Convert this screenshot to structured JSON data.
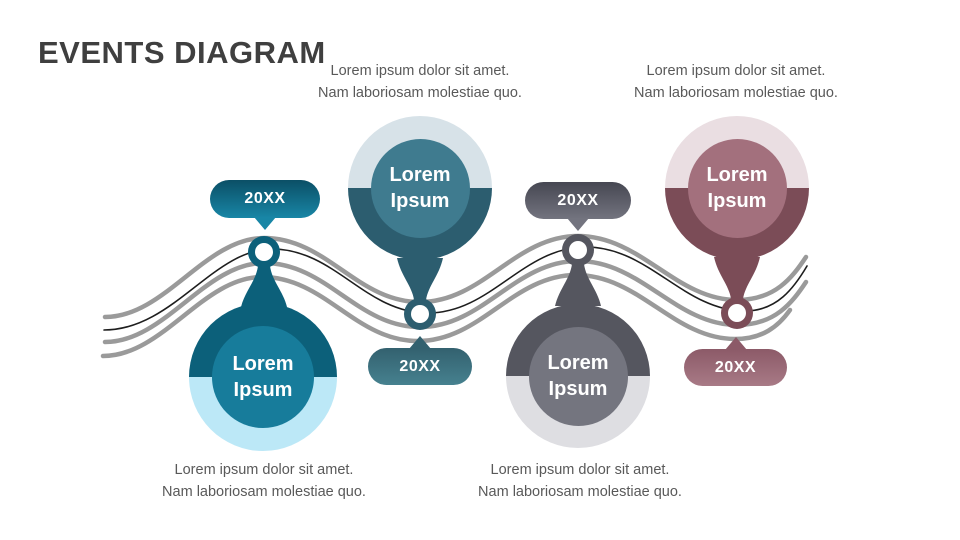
{
  "slide": {
    "title": "EVENTS DIAGRAM"
  },
  "colors": {
    "title_text": "#3F3F3F",
    "body_text": "#595959",
    "wave_gray": "#9A9A9A",
    "wave_black": "#1E1E1E",
    "teal_dark": "#0C607A",
    "teal_mid": "#177C9B",
    "teal_light": "#BCE8F7",
    "slate_dark": "#2C5D6F",
    "slate_mid": "#3F7B8F",
    "slate_light": "#D7E2E8",
    "gray_dark": "#55565F",
    "gray_mid": "#74757F",
    "gray_light": "#DEDEE2",
    "mauve_dark": "#7B4C57",
    "mauve_mid": "#A3707D",
    "mauve_light": "#EADEE2",
    "badge1_top": "#0B4F66",
    "badge1_bottom": "#1886A6",
    "badge2_top": "#33616F",
    "badge2_bottom": "#46818F",
    "badge3_top": "#464752",
    "badge3_bottom": "#73747F",
    "badge4_top": "#8C5A68",
    "badge4_bottom": "#A87A86"
  },
  "events": [
    {
      "year": "20XX",
      "label": "Lorem Ipsum",
      "desc_line1": "Lorem ipsum dolor sit amet.",
      "desc_line2": "Nam laboriosam molestiae quo."
    },
    {
      "year": "20XX",
      "label": "Lorem Ipsum",
      "desc_line1": "Lorem ipsum dolor sit amet.",
      "desc_line2": "Nam laboriosam molestiae quo."
    },
    {
      "year": "20XX",
      "label": "Lorem Ipsum",
      "desc_line1": "Lorem ipsum dolor sit amet.",
      "desc_line2": "Nam laboriosam molestiae quo."
    },
    {
      "year": "20XX",
      "label": "Lorem Ipsum",
      "desc_line1": "Lorem ipsum dolor sit amet.",
      "desc_line2": "Nam laboriosam molestiae quo."
    }
  ]
}
